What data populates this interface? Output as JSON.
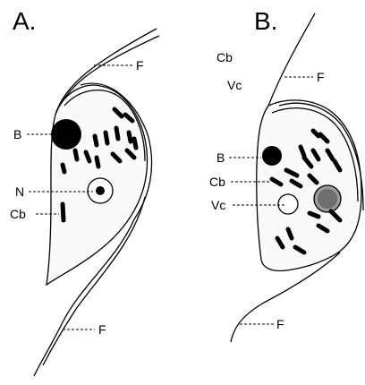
{
  "panels": {
    "a": {
      "letter": "A.",
      "labels": {
        "flagellum_top": "F",
        "basal_body": "B",
        "nucleus": "N",
        "cell_body": "Cb",
        "flagellum_bottom": "F"
      }
    },
    "b": {
      "letter": "B.",
      "labels": {
        "cell_body_top": "Cb",
        "vacuole_top": "Vc",
        "flagellum_top": "F",
        "basal_body": "B",
        "cell_body": "Cb",
        "vacuole": "Vc",
        "flagellum_bottom": "F"
      }
    }
  }
}
